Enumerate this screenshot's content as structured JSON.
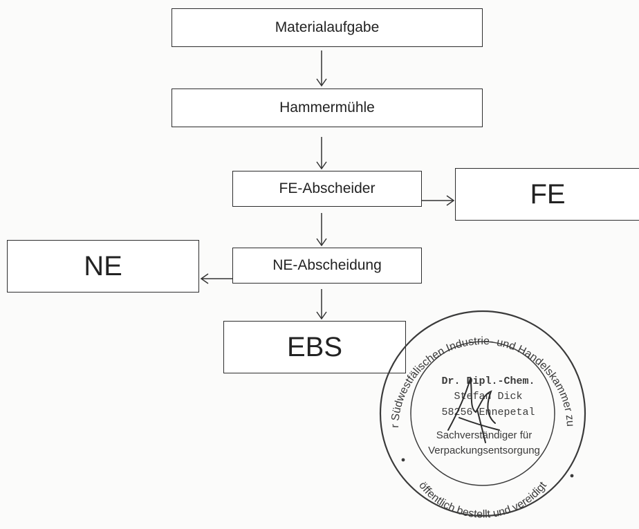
{
  "flow": {
    "material_input": "Materialaufgabe",
    "hammer_mill": "Hammermühle",
    "fe_separator": "FE-Abscheider",
    "fe_output": "FE",
    "ne_separation": "NE-Abscheidung",
    "ne_output": "NE",
    "ebs_output": "EBS"
  },
  "stamp": {
    "outer_top": "Von der Südwestfälischen Industrie- und Handelskammer zu Hagen",
    "outer_bottom": "öffentlich bestellt und vereidigt",
    "name_line1": "Dr. Dipl.-Chem.",
    "name_line2": "Stefan Dick",
    "name_line3": "58256 Ennepetal",
    "role_line1": "Sachverständiger für",
    "role_line2": "Verpackungsentsorgung",
    "ink_color": "#3a3a3a"
  }
}
